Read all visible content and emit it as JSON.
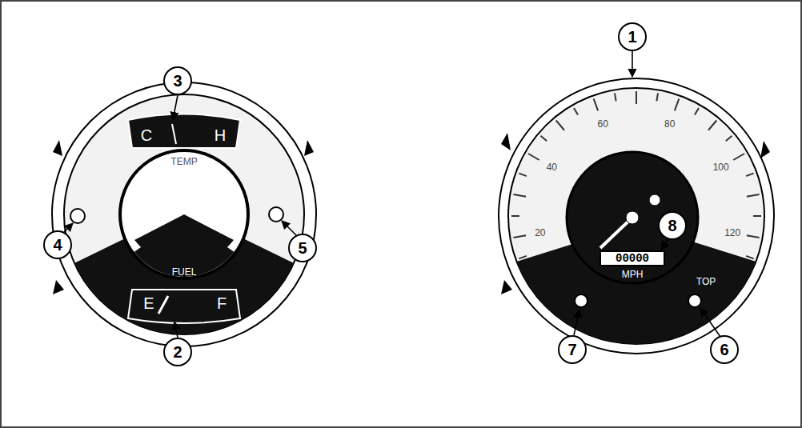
{
  "diagram": {
    "labels": [
      "1",
      "3",
      "C",
      "H",
      "TEMP",
      "20",
      "40",
      "60",
      "80",
      "100",
      "120",
      "4",
      "5",
      "8",
      "FUEL",
      "00000",
      "MPH",
      "TOP",
      "E",
      "F",
      "7",
      "2",
      "6"
    ]
  }
}
